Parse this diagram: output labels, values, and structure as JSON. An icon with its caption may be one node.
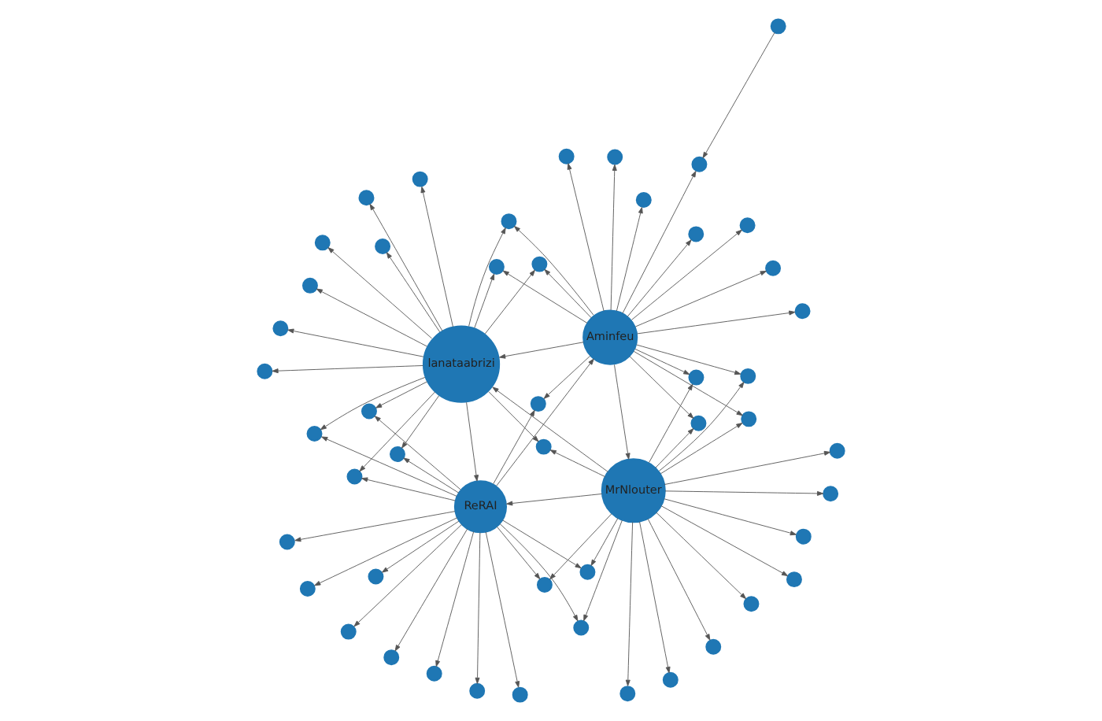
{
  "diagram": {
    "nodes": [
      {
        "text": [
          "MrNlouter"
        ]
      },
      {
        "text": [
          "ReRAI"
        ]
      },
      {
        "text": [
          "Aminfeu"
        ]
      },
      {
        "text": [
          "lanataabrizi"
        ]
      },
      {
        "text": [],
        "shape": "circle"
      },
      {
        "text": [],
        "shape": "circle"
      },
      {
        "text": [],
        "shape": "circle"
      },
      {
        "text": [],
        "shape": "circle"
      },
      {
        "text": [],
        "shape": "circle"
      },
      {
        "text": [],
        "shape": "circle"
      },
      {
        "text": [],
        "shape": "circle"
      },
      {
        "text": [],
        "shape": "circle"
      },
      {
        "text": [],
        "shape": "circle"
      },
      {
        "text": [],
        "shape": "circle"
      },
      {
        "text": [],
        "shape": "circle"
      },
      {
        "text": [],
        "shape": "circle"
      },
      {
        "text": [],
        "shape": "circle"
      },
      {
        "text": [],
        "shape": "circle"
      },
      {
        "text": [],
        "shape": "circle"
      },
      {
        "text": [],
        "shape": "circle"
      },
      {
        "text": [],
        "shape": "circle"
      },
      {
        "text": [],
        "shape": "circle"
      },
      {
        "text": [],
        "shape": "circle"
      },
      {
        "text": [],
        "shape": "circle"
      },
      {
        "text": [],
        "shape": "circle"
      },
      {
        "text": [],
        "shape": "circle"
      },
      {
        "text": [],
        "shape": "circle"
      },
      {
        "text": [],
        "shape": "circle"
      },
      {
        "text": [],
        "shape": "circle"
      },
      {
        "text": [],
        "shape": "circle"
      },
      {
        "text": [],
        "shape": "circle"
      },
      {
        "text": [],
        "shape": "circle"
      },
      {
        "text": [],
        "shape": "circle"
      },
      {
        "text": [],
        "shape": "circle"
      },
      {
        "text": [],
        "shape": "circle"
      },
      {
        "text": [],
        "shape": "circle"
      },
      {
        "text": [],
        "shape": "circle"
      },
      {
        "text": [],
        "shape": "circle"
      },
      {
        "text": [],
        "shape": "circle"
      },
      {
        "text": [],
        "shape": "circle"
      },
      {
        "text": [],
        "shape": "circle"
      },
      {
        "text": [],
        "shape": "circle"
      },
      {
        "text": [],
        "shape": "circle"
      },
      {
        "text": [],
        "shape": "circle"
      },
      {
        "text": [],
        "shape": "circle"
      },
      {
        "text": [],
        "shape": "circle"
      },
      {
        "text": [],
        "shape": "circle"
      },
      {
        "text": [],
        "shape": "circle"
      },
      {
        "text": [],
        "shape": "circle"
      },
      {
        "text": [],
        "shape": "circle"
      },
      {
        "text": [],
        "shape": "circle"
      },
      {
        "text": [],
        "shape": "circle"
      }
    ],
    "edges": [
      {
        "from": 0,
        "to": 1,
        "arrow": "to"
      },
      {
        "from": 1,
        "to": 2,
        "arrow": "to"
      },
      {
        "from": 2,
        "to": 0,
        "arrow": "to"
      },
      {
        "from": 3,
        "to": 1,
        "arrow": "to"
      },
      {
        "from": 2,
        "to": 3,
        "arrow": "to"
      },
      {
        "from": 0,
        "to": 3,
        "arrow": "to"
      },
      {
        "from": 0,
        "to": 4,
        "arrow": "to"
      },
      {
        "from": 1,
        "to": 4,
        "arrow": "to"
      },
      {
        "from": 1,
        "to": 5,
        "arrow": "to"
      },
      {
        "from": 2,
        "to": 6,
        "arrow": "to"
      },
      {
        "from": 3,
        "to": 6,
        "arrow": "to"
      },
      {
        "from": 3,
        "to": 7,
        "arrow": "to"
      },
      {
        "from": 0,
        "to": 8,
        "arrow": "to"
      },
      {
        "from": 1,
        "to": 9,
        "arrow": "to"
      },
      {
        "from": 2,
        "to": 9,
        "arrow": "to"
      },
      {
        "from": 2,
        "to": 10,
        "arrow": "to"
      },
      {
        "from": 3,
        "to": 11,
        "arrow": "to"
      },
      {
        "from": 0,
        "to": 11,
        "arrow": "to"
      },
      {
        "from": 0,
        "to": 12,
        "arrow": "to"
      },
      {
        "from": 1,
        "to": 13,
        "arrow": "to"
      },
      {
        "from": 2,
        "to": 14,
        "arrow": "to"
      },
      {
        "from": 0,
        "to": 14,
        "arrow": "to"
      },
      {
        "from": 3,
        "to": 15,
        "arrow": "to"
      },
      {
        "from": 0,
        "to": 16,
        "arrow": "to"
      },
      {
        "from": 1,
        "to": 17,
        "arrow": "to"
      },
      {
        "from": 3,
        "to": 17,
        "arrow": "to"
      },
      {
        "from": 2,
        "to": 18,
        "arrow": "to"
      },
      {
        "from": 3,
        "to": 19,
        "arrow": "to"
      },
      {
        "from": 0,
        "to": 20,
        "arrow": "to"
      },
      {
        "from": 2,
        "to": 20,
        "arrow": "to"
      },
      {
        "from": 1,
        "to": 21,
        "arrow": "to"
      },
      {
        "from": 2,
        "to": 22,
        "arrow": "to"
      },
      {
        "from": 3,
        "to": 23,
        "arrow": "to"
      },
      {
        "from": 1,
        "to": 23,
        "arrow": "to"
      },
      {
        "from": 0,
        "to": 24,
        "arrow": "to"
      },
      {
        "from": 1,
        "to": 25,
        "arrow": "to"
      },
      {
        "from": 2,
        "to": 26,
        "arrow": "to"
      },
      {
        "from": 3,
        "to": 26,
        "arrow": "to"
      },
      {
        "from": 3,
        "to": 27,
        "arrow": "to"
      },
      {
        "from": 0,
        "to": 28,
        "arrow": "to"
      },
      {
        "from": 1,
        "to": 29,
        "arrow": "to"
      },
      {
        "from": 0,
        "to": 29,
        "arrow": "to"
      },
      {
        "from": 2,
        "to": 30,
        "arrow": "to"
      },
      {
        "from": 3,
        "to": 31,
        "arrow": "to"
      },
      {
        "from": 0,
        "to": 32,
        "arrow": "to"
      },
      {
        "from": 1,
        "to": 32,
        "arrow": "to"
      },
      {
        "from": 1,
        "to": 33,
        "arrow": "to"
      },
      {
        "from": 2,
        "to": 34,
        "arrow": "to"
      },
      {
        "from": 3,
        "to": 35,
        "arrow": "to"
      },
      {
        "from": 2,
        "to": 35,
        "arrow": "to"
      },
      {
        "from": 0,
        "to": 36,
        "arrow": "to"
      },
      {
        "from": 1,
        "to": 37,
        "arrow": "to"
      },
      {
        "from": 2,
        "to": 38,
        "arrow": "to"
      },
      {
        "from": 0,
        "to": 38,
        "arrow": "to"
      },
      {
        "from": 3,
        "to": 39,
        "arrow": "to"
      },
      {
        "from": 0,
        "to": 40,
        "arrow": "to"
      },
      {
        "from": 1,
        "to": 41,
        "arrow": "to"
      },
      {
        "from": 3,
        "to": 41,
        "arrow": "to"
      },
      {
        "from": 2,
        "to": 42,
        "arrow": "to"
      },
      {
        "from": 3,
        "to": 43,
        "arrow": "to"
      },
      {
        "from": 0,
        "to": 44,
        "arrow": "to"
      },
      {
        "from": 2,
        "to": 44,
        "arrow": "to"
      },
      {
        "from": 1,
        "to": 45,
        "arrow": "to"
      },
      {
        "from": 2,
        "to": 46,
        "arrow": "to"
      },
      {
        "from": 3,
        "to": 47,
        "arrow": "to"
      },
      {
        "from": 1,
        "to": 47,
        "arrow": "to"
      },
      {
        "from": 0,
        "to": 48,
        "arrow": "to"
      },
      {
        "from": 1,
        "to": 49,
        "arrow": "to"
      },
      {
        "from": 2,
        "to": 50,
        "arrow": "to"
      },
      {
        "from": 51,
        "to": 50,
        "arrow": "to"
      }
    ]
  }
}
